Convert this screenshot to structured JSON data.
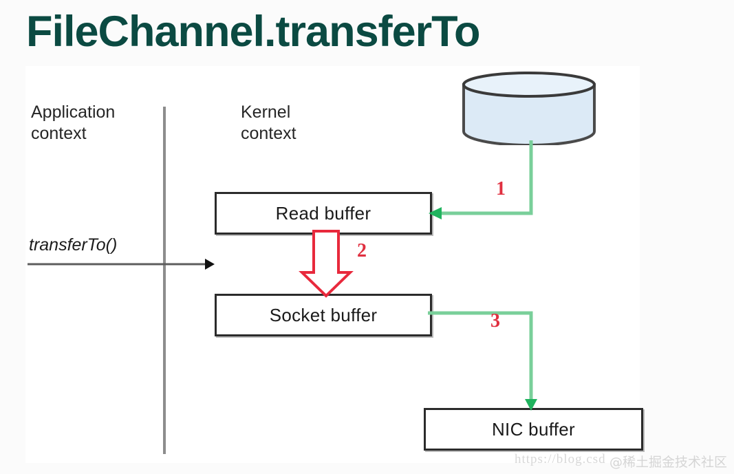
{
  "title": "FileChannel.transferTo",
  "colors": {
    "title": "#0b4a42",
    "step_number": "#e03040",
    "green_arrow": "#4fc47f",
    "red_arrow": "#e8293c",
    "box_border": "#2b2b2b",
    "disk_fill": "#dceaf6",
    "disk_border": "#4a4a4a",
    "divider": "#8d8d8d"
  },
  "diagram": {
    "contexts": {
      "application": "Application\ncontext",
      "kernel": "Kernel\ncontext"
    },
    "call_label": "transferTo()",
    "boxes": {
      "read_buffer": "Read buffer",
      "socket_buffer": "Socket buffer",
      "nic_buffer": "NIC buffer"
    },
    "disk_label": "disk-cylinder",
    "steps": [
      {
        "number": "1",
        "from": "disk",
        "to": "Read buffer",
        "color": "green"
      },
      {
        "number": "2",
        "from": "Read buffer",
        "to": "Socket buffer",
        "color": "red"
      },
      {
        "number": "3",
        "from": "Socket buffer",
        "to": "NIC buffer",
        "color": "green"
      }
    ]
  },
  "watermark": {
    "url": "https://blog.csd",
    "brand": "@稀土掘金技术社区"
  }
}
